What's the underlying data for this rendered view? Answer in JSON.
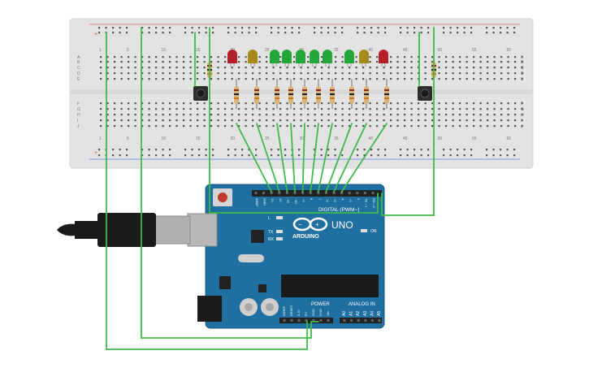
{
  "breadboard": {
    "top_numbers": [
      "1",
      "5",
      "10",
      "15",
      "20",
      "25",
      "30",
      "35",
      "40",
      "45",
      "50",
      "55",
      "60"
    ],
    "bottom_numbers": [
      "1",
      "5",
      "10",
      "15",
      "20",
      "25",
      "30",
      "35",
      "40",
      "45",
      "50",
      "55",
      "60"
    ],
    "row_letters_upper": [
      "A",
      "B",
      "C",
      "D",
      "E"
    ],
    "row_letters_lower": [
      "F",
      "G",
      "H",
      "I",
      "J"
    ],
    "rail_plus": "+",
    "rail_minus": "-"
  },
  "leds": [
    {
      "color": "#b4202a"
    },
    {
      "color": "#a88a1a"
    },
    {
      "color": "#22a83a"
    },
    {
      "color": "#22a83a"
    },
    {
      "color": "#22a83a"
    },
    {
      "color": "#22a83a"
    },
    {
      "color": "#22a83a"
    },
    {
      "color": "#22a83a"
    },
    {
      "color": "#a88a1a"
    },
    {
      "color": "#b4202a"
    }
  ],
  "wire_color": "#3dbb4a",
  "arduino": {
    "brand": "ARDUINO",
    "model": "UNO",
    "digital_label": "DIGITAL (PWM~)",
    "power_label": "POWER",
    "analog_label": "ANALOG IN",
    "on_label": "ON",
    "l_label": "L",
    "tx_label": "TX",
    "rx_label": "RX",
    "digital_pins": [
      "AREF",
      "GND",
      "13",
      "12",
      "~11",
      "~10",
      "~9",
      "8",
      "7",
      "~6",
      "~5",
      "4",
      "~3",
      "2",
      "TX→1",
      "RX←0"
    ],
    "power_pins": [
      "IOREF",
      "RESET",
      "3.3V",
      "5V",
      "GND",
      "GND",
      "Vin"
    ],
    "analog_pins": [
      "A0",
      "A1",
      "A2",
      "A3",
      "A4",
      "A5"
    ],
    "board_color": "#1f6fa0"
  }
}
